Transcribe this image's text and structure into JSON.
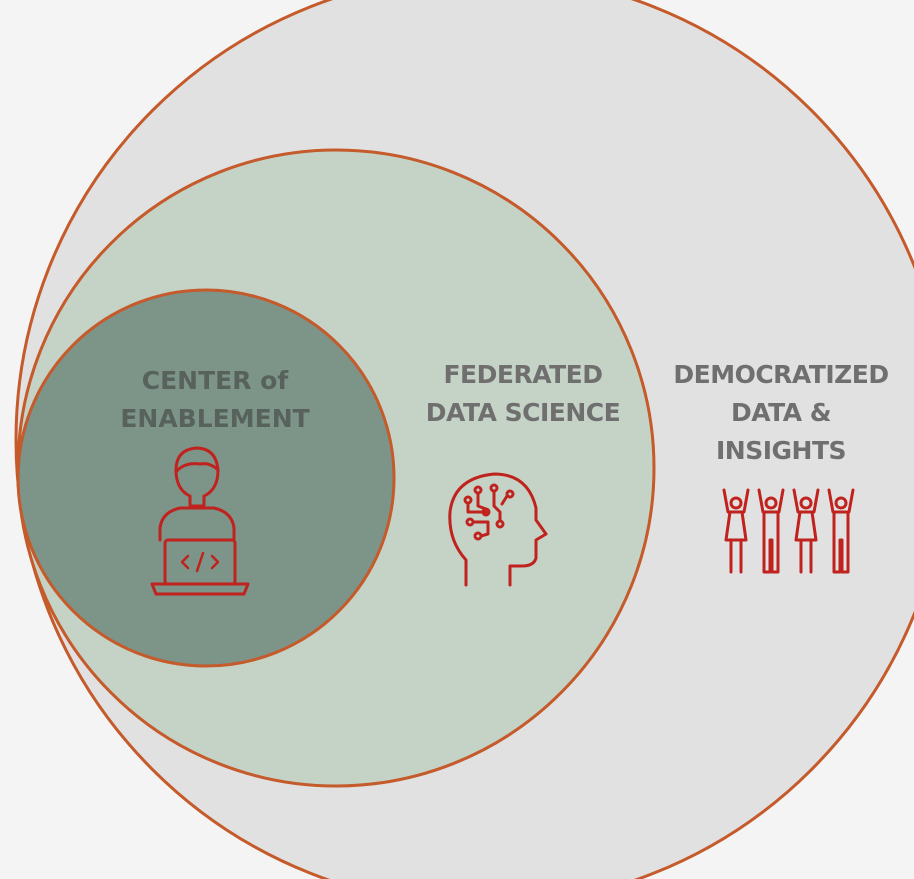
{
  "diagram": {
    "colors": {
      "outline": "#c55a2b",
      "outer_fill": "#e1e1e1",
      "middle_fill": "#c5d3c6",
      "inner_fill": "#7d9489",
      "icon": "#c0221e"
    },
    "outer_circle": {
      "lines": [
        "DEMOCRATIZED",
        "DATA &",
        "INSIGHTS"
      ],
      "icon": "group-of-people-icon"
    },
    "middle_circle": {
      "lines": [
        "FEDERATED",
        "DATA SCIENCE"
      ],
      "icon": "head-with-circuits-icon"
    },
    "inner_circle": {
      "lines": [
        "CENTER of",
        "ENABLEMENT"
      ],
      "icon": "developer-at-laptop-icon"
    }
  }
}
